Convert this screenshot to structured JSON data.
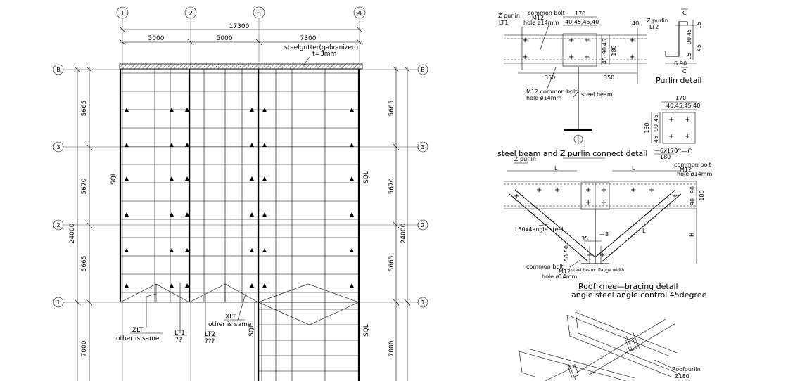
{
  "grid_axes": {
    "columns": [
      "1",
      "2",
      "3",
      "4"
    ],
    "rows": [
      "B",
      "3",
      "2",
      "1"
    ]
  },
  "dimensions": {
    "overall_width": "17300",
    "bay_1": "5000",
    "bay_2": "5000",
    "bay_3": "7300",
    "row_spans_left": [
      "5665",
      "5670",
      "5665",
      "7000"
    ],
    "row_spans_right": [
      "5665",
      "5670",
      "5665",
      "7000"
    ],
    "overall_depth_left": "24000",
    "overall_depth_right": "24000"
  },
  "plan_labels": {
    "gutter_line1": "steelgutter(galvanized)",
    "gutter_line2": "t=3mm",
    "sql": "SQL",
    "zlt_code": "ZLT",
    "zlt_note": "other is same",
    "lt1_code": "LT1",
    "lt1_qty": "??",
    "lt2_code": "LT2",
    "lt2_qty": "???",
    "xlt_code": "XLT",
    "xlt_note": "other is same"
  },
  "connect_detail": {
    "z_purlin_left": "Z purlin",
    "lt1": "LT1",
    "common_bolt": "common bolt",
    "m12": "M12",
    "hole": "hole ø14mm",
    "dim_170": "170",
    "dim_top": "40,45,45,40",
    "dim_40": "40",
    "z_purlin_right": "Z purlin",
    "lt2": "LT2",
    "dims_v": [
      "45",
      "90",
      "45"
    ],
    "dim_180": "180",
    "dim_350_left": "350",
    "dim_350_right": "350",
    "bolt_label_1": "M12 common bolt",
    "bolt_label_2": "hole ø14mm",
    "steel_beam": "steel beam",
    "title": "steel beam and Z purlin connect detail"
  },
  "purlin_detail": {
    "c_top": "C",
    "c_bottom": "C",
    "dims": [
      "15",
      "45",
      "90",
      "45",
      "15"
    ],
    "dim_a": "6",
    "dim_b": "90",
    "title": "Purlin detail"
  },
  "plate_detail": {
    "dim_170": "170",
    "dim_top": "40,45,45,40",
    "dims_v": [
      "45",
      "90",
      "45"
    ],
    "dim_180": "180",
    "plate": "—6x170",
    "plate_w": "180",
    "cc": "C—C"
  },
  "knee_detail": {
    "z_purlin": "Z purlin",
    "l1": "L",
    "l2": "L",
    "common_bolt": "common bolt",
    "m12": "M12",
    "hole": "hole ø14mm",
    "dims_v": [
      "90",
      "90"
    ],
    "dim_180": "180",
    "angle_label": "L50x4angle steel",
    "l_diag": "L",
    "h": "H",
    "dim_35": "35",
    "dim_8": "—8",
    "dim_50a": "50",
    "dim_50b": "50",
    "bolt_label": "common bolt",
    "m12b": "M12",
    "hole_b": "hole ø14mm",
    "steel_beam": "steel beam",
    "flange_width": "flange width",
    "title_1": "Roof knee—bracing detail",
    "title_2": "angle steel angle control 45degree"
  },
  "iso_detail": {
    "roofpurlin": "Roofpurlin",
    "size": "Z180"
  }
}
